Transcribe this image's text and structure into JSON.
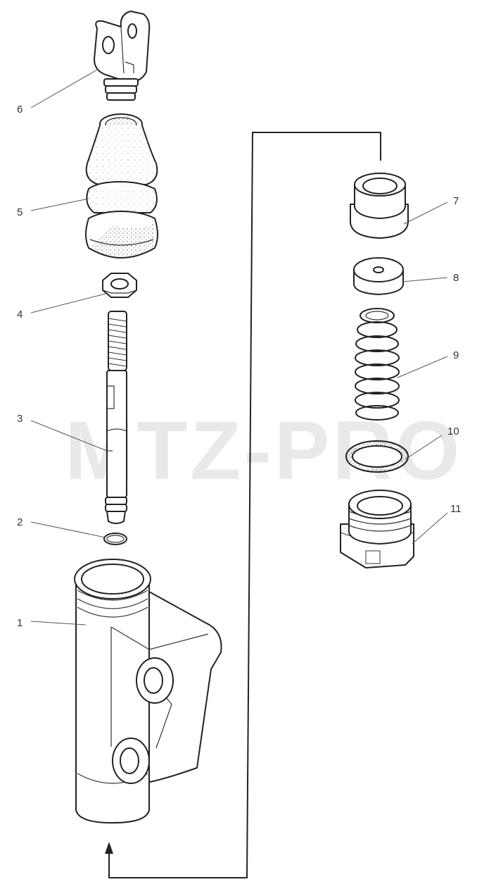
{
  "watermark": "MTZ-PRO",
  "labels": {
    "p1": "1",
    "p2": "2",
    "p3": "3",
    "p4": "4",
    "p5": "5",
    "p6": "6",
    "p7": "7",
    "p8": "8",
    "p9": "9",
    "p10": "10",
    "p11": "11"
  }
}
